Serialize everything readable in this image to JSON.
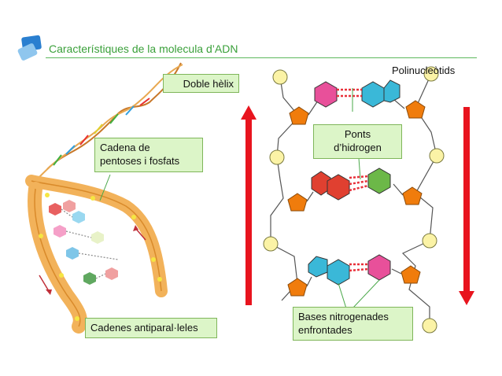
{
  "header": {
    "title": "Característiques de la molecula d’ADN"
  },
  "labels": {
    "doble_helix": "Doble hèlix",
    "polinucleotids": "Polinucleòtids",
    "cadena_line1": "Cadena de",
    "cadena_line2": "pentoses i fosfats",
    "ponts_line1": "Ponts",
    "ponts_line2": "d’hidrogen",
    "cadenes_antiparalleles": "Cadenes antiparal·leles",
    "bases_line1": "Bases nitrogenades",
    "bases_line2": "enfrontades"
  },
  "colors": {
    "accent": "#3aa03a",
    "box_fill": "#dcf5c8",
    "arrow_red": "#e8141e",
    "pentose_orange": "#f07c0c",
    "phosphate_yellow": "#fbf3a6",
    "base_pink": "#e8509a",
    "base_cyan": "#3ab8d8",
    "base_red": "#e04030",
    "base_green": "#6cb848"
  }
}
